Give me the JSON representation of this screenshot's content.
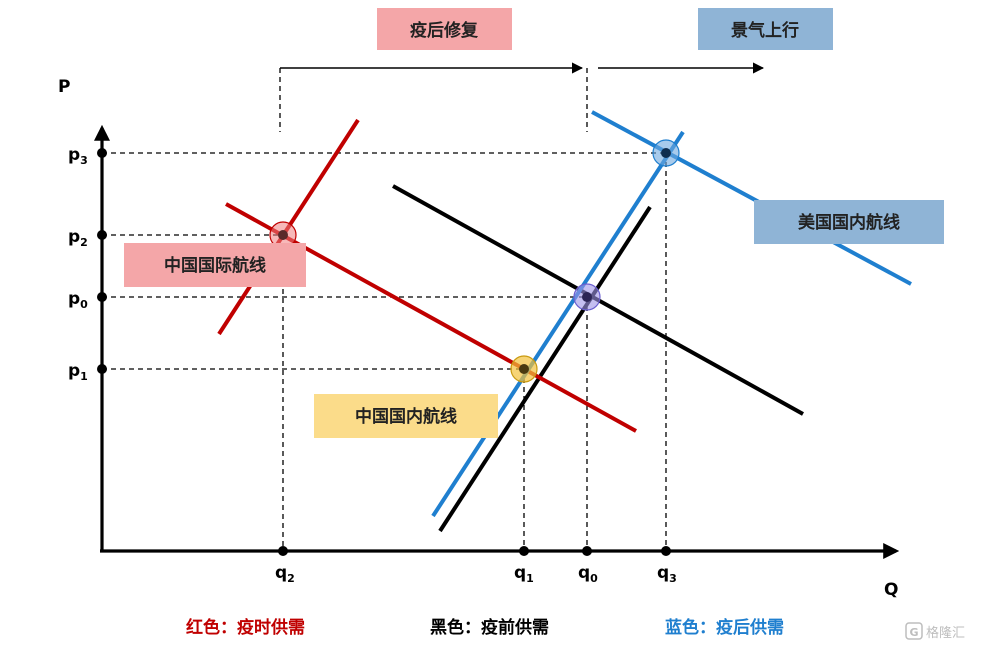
{
  "colors": {
    "red": "#c00000",
    "black": "#000000",
    "blue": "#1f7fcf",
    "pink_tag": "#f4a6a8",
    "blue_tag": "#8fb4d6",
    "yellow_tag": "#fbdc8a",
    "marker_red": "#f08080",
    "marker_purple": "#9f95e8",
    "marker_yellow": "#f2c23c",
    "marker_blue": "#6ea8df"
  },
  "axes": {
    "y_label": "P",
    "x_label": "Q"
  },
  "prices": [
    {
      "base": "p",
      "sub": "3"
    },
    {
      "base": "p",
      "sub": "2"
    },
    {
      "base": "p",
      "sub": "0"
    },
    {
      "base": "p",
      "sub": "1"
    }
  ],
  "quantities": [
    {
      "base": "q",
      "sub": "2"
    },
    {
      "base": "q",
      "sub": "1"
    },
    {
      "base": "q",
      "sub": "0"
    },
    {
      "base": "q",
      "sub": "3"
    }
  ],
  "phases": {
    "recovery": "疫后修复",
    "boom": "景气上行"
  },
  "tags": {
    "intl": "中国国际航线",
    "domestic": "中国国内航线",
    "us": "美国国内航线"
  },
  "legend": {
    "red_name": "红色：",
    "red_desc": "疫时供需",
    "black_name": "黑色：",
    "black_desc": "疫前供需",
    "blue_name": "蓝色：",
    "blue_desc": "疫后供需"
  },
  "watermark": "格隆汇"
}
